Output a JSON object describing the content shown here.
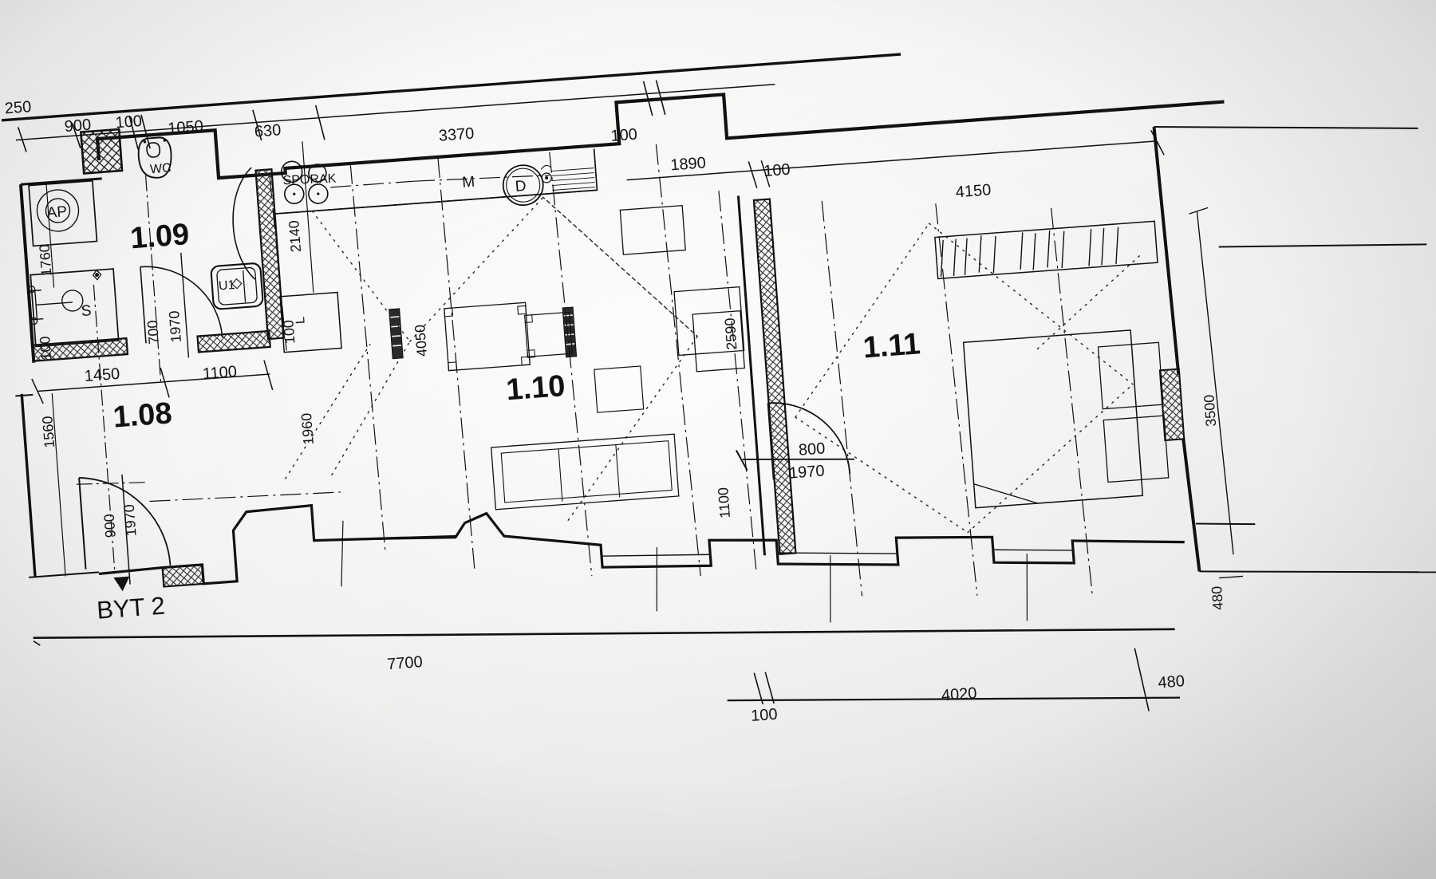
{
  "document": {
    "type": "architectural-floor-plan",
    "apartment_label": "BYT 2",
    "units": "mm"
  },
  "rooms": [
    {
      "id": "r108",
      "label": "1.08"
    },
    {
      "id": "r109",
      "label": "1.09"
    },
    {
      "id": "r110",
      "label": "1.10"
    },
    {
      "id": "r111",
      "label": "1.11"
    }
  ],
  "fixtures": [
    {
      "id": "wc",
      "label": "WC"
    },
    {
      "id": "ap",
      "label": "AP"
    },
    {
      "id": "shower",
      "label": "S"
    },
    {
      "id": "washbasin",
      "label": "U1"
    },
    {
      "id": "stove",
      "label": "SPORAK"
    },
    {
      "id": "fridge",
      "label": "L"
    },
    {
      "id": "freezer",
      "label": "M"
    },
    {
      "id": "sink",
      "label": "D"
    }
  ],
  "dimensions": {
    "top_chain": [
      {
        "id": "d250",
        "value": "250"
      },
      {
        "id": "d900",
        "value": "900"
      },
      {
        "id": "d100a",
        "value": "100"
      },
      {
        "id": "d1050",
        "value": "1050"
      },
      {
        "id": "d630",
        "value": "630"
      },
      {
        "id": "d3370",
        "value": "3370"
      },
      {
        "id": "d100b",
        "value": "100"
      }
    ],
    "upper_right_chain": [
      {
        "id": "d1890",
        "value": "1890"
      },
      {
        "id": "d100c",
        "value": "100"
      },
      {
        "id": "d4150",
        "value": "4150"
      }
    ],
    "interior_left": [
      {
        "id": "d1760",
        "value": "1760"
      },
      {
        "id": "d100d",
        "value": "100"
      },
      {
        "id": "d700",
        "value": "700"
      },
      {
        "id": "d1970a",
        "value": "1970"
      },
      {
        "id": "d1450",
        "value": "1450"
      },
      {
        "id": "d1100a",
        "value": "1100"
      },
      {
        "id": "d1560",
        "value": "1560"
      },
      {
        "id": "d900b",
        "value": "900"
      },
      {
        "id": "d1970b",
        "value": "1970"
      }
    ],
    "interior_center": [
      {
        "id": "d2140",
        "value": "2140"
      },
      {
        "id": "d100e",
        "value": "100"
      },
      {
        "id": "d1960",
        "value": "1960"
      },
      {
        "id": "d4050",
        "value": "4050"
      }
    ],
    "interior_right": [
      {
        "id": "d2590",
        "value": "2590"
      },
      {
        "id": "d800",
        "value": "800"
      },
      {
        "id": "d1970c",
        "value": "1970"
      },
      {
        "id": "d1100b",
        "value": "1100"
      },
      {
        "id": "d3500",
        "value": "3500"
      },
      {
        "id": "d480a",
        "value": "480"
      }
    ],
    "bottom_chain": [
      {
        "id": "d7700",
        "value": "7700"
      },
      {
        "id": "d100f",
        "value": "100"
      },
      {
        "id": "d4020",
        "value": "4020"
      },
      {
        "id": "d480b",
        "value": "480"
      }
    ]
  },
  "colors": {
    "line": "#111111",
    "paper": "#eeeeec",
    "hatch": "#222222"
  }
}
